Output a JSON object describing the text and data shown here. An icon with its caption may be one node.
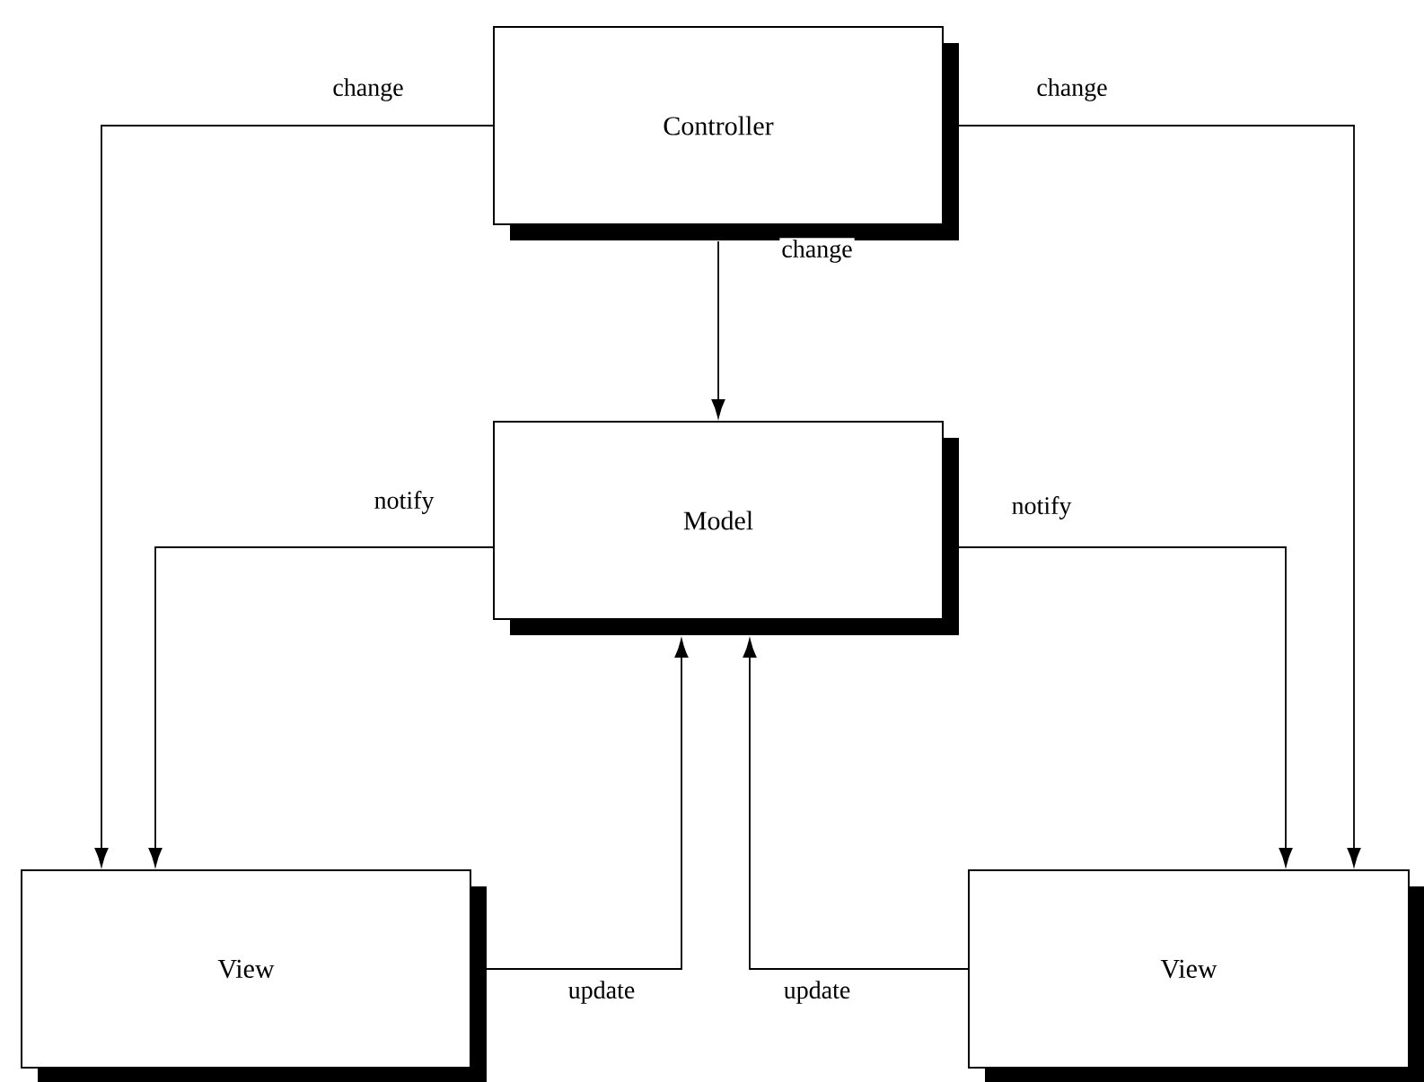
{
  "diagram": {
    "nodes": [
      {
        "text": [
          "Controller"
        ]
      },
      {
        "text": [
          "Model"
        ]
      },
      {
        "text": [
          "View"
        ]
      },
      {
        "text": [
          "View"
        ]
      }
    ],
    "edges": [
      {
        "from": 0,
        "to": 2,
        "arrow": "to",
        "label": "change"
      },
      {
        "from": 0,
        "to": 3,
        "arrow": "to",
        "label": "change"
      },
      {
        "from": 0,
        "to": 1,
        "arrow": "to",
        "label": "change"
      },
      {
        "from": 1,
        "to": 2,
        "arrow": "to",
        "label": "notify"
      },
      {
        "from": 1,
        "to": 3,
        "arrow": "to",
        "label": "notify"
      },
      {
        "from": 2,
        "to": 1,
        "arrow": "to",
        "label": "update"
      },
      {
        "from": 3,
        "to": 1,
        "arrow": "to",
        "label": "update"
      }
    ]
  }
}
